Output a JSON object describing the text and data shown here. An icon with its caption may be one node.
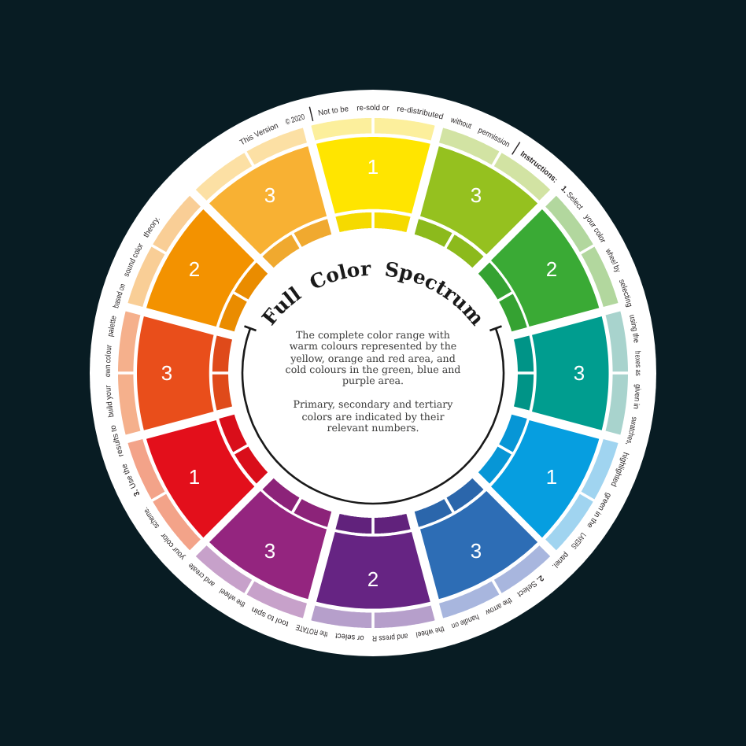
{
  "diagram": {
    "nodes": [
      {
        "text": [
          "1"
        ]
      },
      {
        "text": [
          "3"
        ]
      },
      {
        "text": [
          "2"
        ]
      },
      {
        "text": [
          "3"
        ]
      },
      {
        "text": [
          "1"
        ]
      },
      {
        "text": [
          "3"
        ]
      },
      {
        "text": [
          "2"
        ]
      },
      {
        "text": [
          "3"
        ]
      },
      {
        "text": [
          "1"
        ]
      },
      {
        "text": [
          "3"
        ]
      },
      {
        "text": [
          "2"
        ]
      },
      {
        "text": [
          "3"
        ]
      },
      {
        "text": [
          "Full Color Spectrum",
          "The complete color range with warm colours represented by the yellow, orange and red area, and cold colours in the green, blue and purple area.",
          "Primary, secondary and tertiary colors are indicated by their relevant numbers."
        ]
      }
    ],
    "labels": [
      "This Version © 2020",
      "Not to be re-sold or re-distributed without permission",
      "**Instructions:** **1.** Select your color wheel by selecting using the hexes as given in swatches, highlighted green in the LAYERS panel.",
      "**2.** Select the arrow handle on the wheel and press R or select the ROTATE tool to spin the wheel and create your color scheme.",
      "**3.** Use the results to build your own colour palette based on sound color theory."
    ]
  }
}
